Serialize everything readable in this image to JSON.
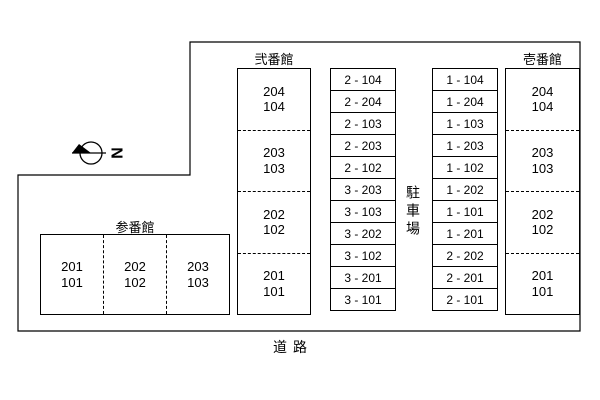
{
  "site_plan": {
    "north_label": "N",
    "road_label": "道路",
    "parking_area_label": "駐車場",
    "buildings": {
      "nibankan": {
        "name": "弐番館",
        "units": [
          {
            "upper": "204",
            "lower": "104"
          },
          {
            "upper": "203",
            "lower": "103"
          },
          {
            "upper": "202",
            "lower": "102"
          },
          {
            "upper": "201",
            "lower": "101"
          }
        ]
      },
      "ichibankan": {
        "name": "壱番館",
        "units": [
          {
            "upper": "204",
            "lower": "104"
          },
          {
            "upper": "203",
            "lower": "103"
          },
          {
            "upper": "202",
            "lower": "102"
          },
          {
            "upper": "201",
            "lower": "101"
          }
        ]
      },
      "sanbankan": {
        "name": "参番館",
        "units": [
          {
            "upper": "201",
            "lower": "101"
          },
          {
            "upper": "202",
            "lower": "102"
          },
          {
            "upper": "203",
            "lower": "103"
          }
        ]
      }
    },
    "parking_left": [
      "2 - 104",
      "2 - 204",
      "2 - 103",
      "2 - 203",
      "2 - 102",
      "3 - 203",
      "3 - 103",
      "3 - 202",
      "3 - 102",
      "3 - 201",
      "3 - 101"
    ],
    "parking_right": [
      "1 - 104",
      "1 - 204",
      "1 - 103",
      "1 - 203",
      "1 - 102",
      "1 - 202",
      "1 - 101",
      "1 - 201",
      "2 - 202",
      "2 - 201",
      "2 - 101"
    ]
  }
}
